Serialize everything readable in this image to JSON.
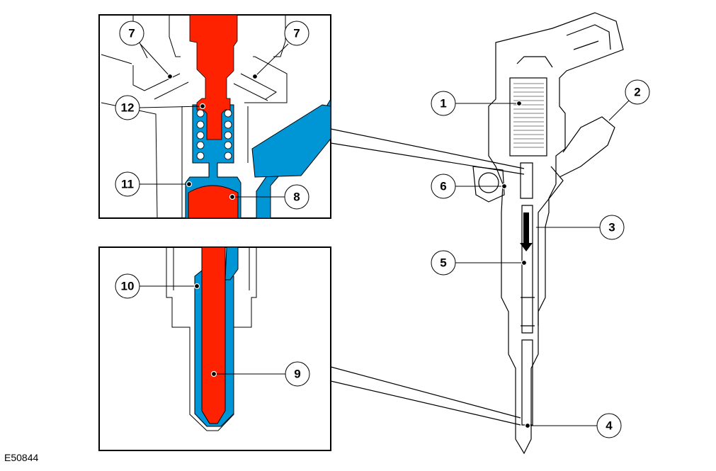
{
  "figure_id": "E50844",
  "colors": {
    "fuel_high_pressure": "#ff2200",
    "fuel_return": "#0096d6",
    "outline": "#000000"
  },
  "callouts": {
    "c7a": "7",
    "c7b": "7",
    "c12": "12",
    "c11": "11",
    "c8": "8",
    "c10": "10",
    "c9": "9",
    "c1": "1",
    "c2": "2",
    "c6": "6",
    "c3": "3",
    "c5": "5",
    "c4": "4"
  }
}
